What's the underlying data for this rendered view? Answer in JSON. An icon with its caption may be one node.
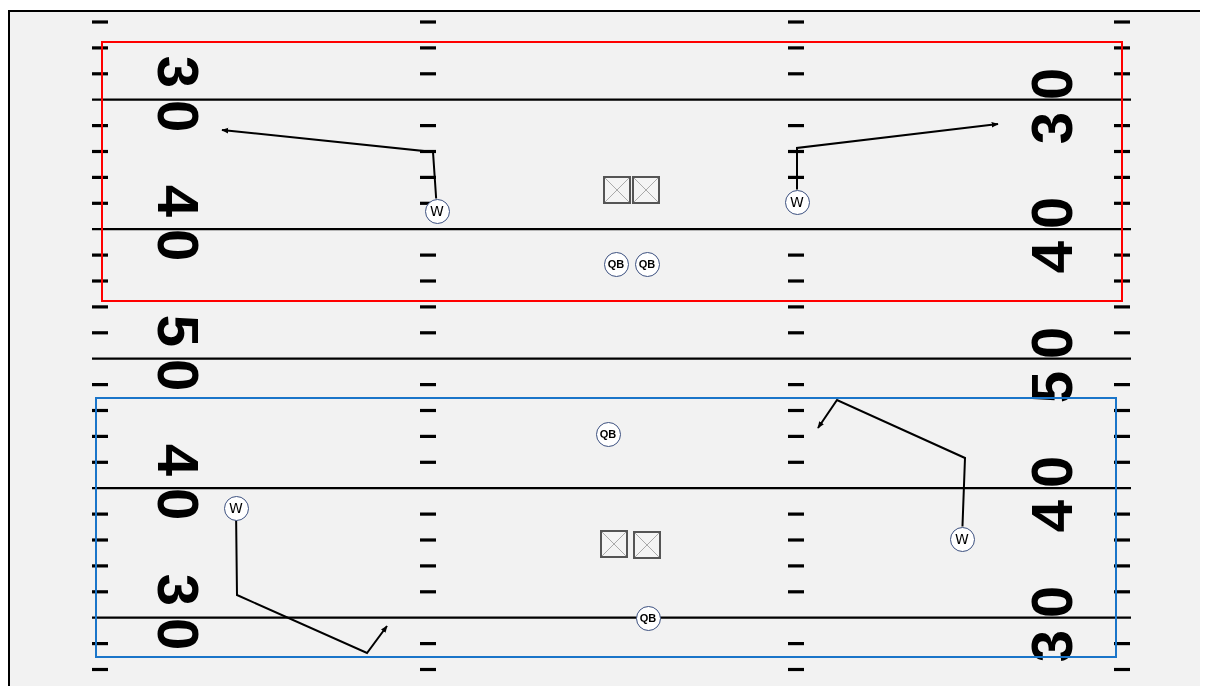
{
  "diagram": {
    "nodes": [
      {
        "text": [],
        "shape": "box"
      },
      {
        "text": [
          "W"
        ],
        "in": 0
      },
      {
        "text": [],
        "shape": "box",
        "in": 0
      },
      {
        "text": [],
        "shape": "box",
        "in": 0
      },
      {
        "text": [
          "W"
        ],
        "in": 0
      },
      {
        "text": [
          "QB"
        ],
        "in": 0
      },
      {
        "text": [
          "QB"
        ],
        "in": 0
      },
      {
        "text": [],
        "shape": "box"
      },
      {
        "text": [
          "QB"
        ],
        "in": 7
      },
      {
        "text": [
          "W"
        ],
        "in": 7
      },
      {
        "text": [],
        "shape": "box",
        "in": 7
      },
      {
        "text": [],
        "shape": "box",
        "in": 7
      },
      {
        "text": [
          "W"
        ],
        "in": 7
      },
      {
        "text": [
          "QB"
        ],
        "in": 7
      }
    ],
    "edges": [
      {
        "from": 1,
        "to": null,
        "arrow": "to"
      },
      {
        "from": 4,
        "to": null,
        "arrow": "to"
      },
      {
        "from": 9,
        "to": null,
        "arrow": "to"
      },
      {
        "from": 12,
        "to": null,
        "arrow": "to"
      }
    ],
    "labels": [
      "30",
      "30",
      "40",
      "40",
      "50",
      "50",
      "40",
      "40",
      "30",
      "30"
    ]
  }
}
